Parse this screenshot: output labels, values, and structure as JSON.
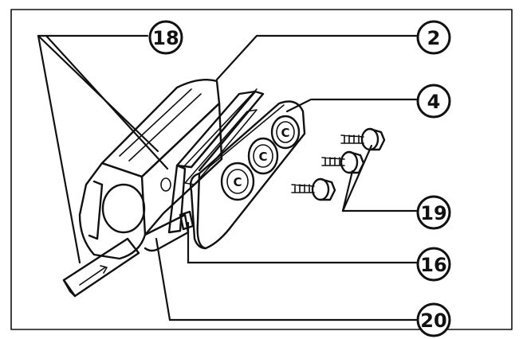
{
  "callouts": {
    "c18": "18",
    "c2": "2",
    "c4": "4",
    "c19": "19",
    "c16": "16",
    "c20": "20"
  },
  "gasket_marks": {
    "m1": "C",
    "m2": "C",
    "m3": "C"
  }
}
